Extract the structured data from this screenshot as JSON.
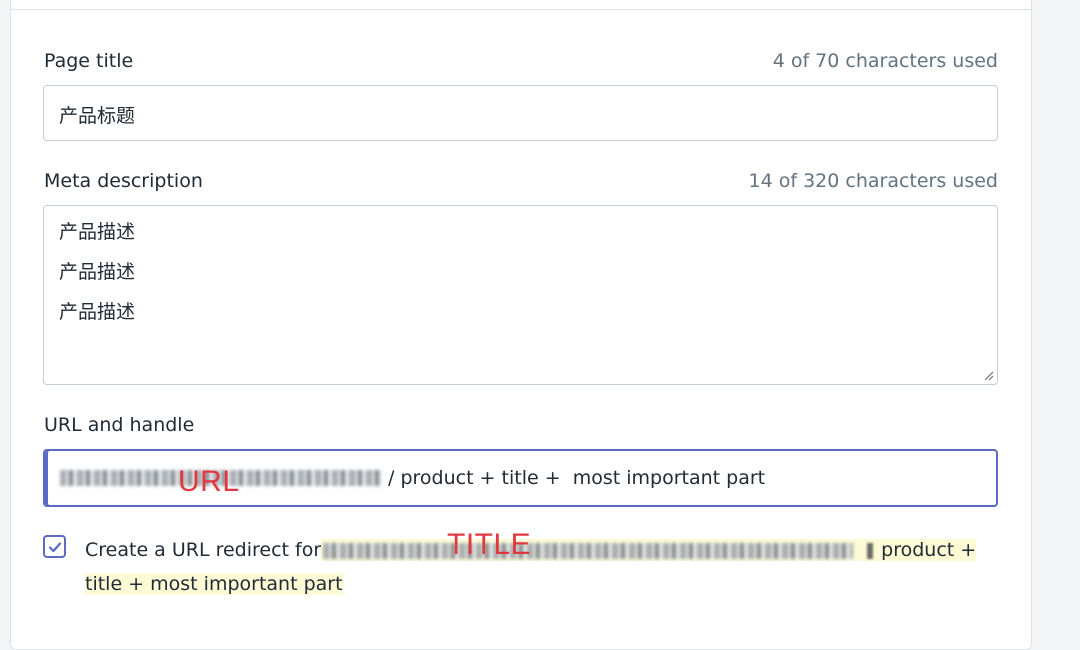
{
  "page_title": {
    "label": "Page title",
    "counter": "4 of 70 characters used",
    "value": "产品标题"
  },
  "meta_description": {
    "label": "Meta description",
    "counter": "14 of 320 characters used",
    "lines": [
      "产品描述",
      "产品描述",
      "产品描述"
    ]
  },
  "url_handle": {
    "label": "URL and handle",
    "value_suffix": "/ product + title +  most important part",
    "overlay_annotation": "URL"
  },
  "redirect": {
    "checked": true,
    "text_prefix": "Create a URL redirect for",
    "text_suffix_line1": "product +",
    "text_line2": "title + most important part",
    "overlay_annotation": "TITLE"
  },
  "colors": {
    "focus_accent": "#5c6ac4",
    "annotation_red": "#e0383e",
    "highlight": "#fdfbd6"
  }
}
